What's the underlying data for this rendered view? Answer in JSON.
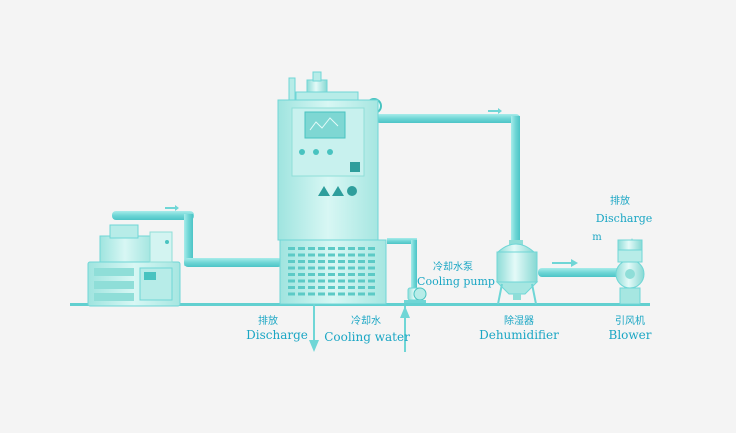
{
  "colors": {
    "background": "#f4f4f4",
    "equipment_light": "#c8f1ee",
    "equipment_mid": "#8fded8",
    "equipment_dark": "#48c3c0",
    "pipe": "#6fd6d6",
    "label": "#1aa6c4",
    "ground": "#62d0d0"
  },
  "icons": {
    "flow_arrow": "arrow-right-icon",
    "drain_arrow": "arrow-down-icon",
    "inlet_arrow": "arrow-up-icon"
  },
  "labels": {
    "main_discharge_cn": "排放",
    "main_discharge_en": "Discharge",
    "cooling_water_cn": "冷却水",
    "cooling_water_en": "Cooling water",
    "cooling_pump_cn": "冷却水泵",
    "cooling_pump_en": "Cooling  pump",
    "dehumidifier_cn": "除湿器",
    "dehumidifier_en": "Dehumidifier",
    "blower_cn": "引风机",
    "blower_en": "Blower",
    "top_discharge_cn": "排放",
    "top_discharge_en": "Discharge",
    "exhaust_marker": "m"
  }
}
